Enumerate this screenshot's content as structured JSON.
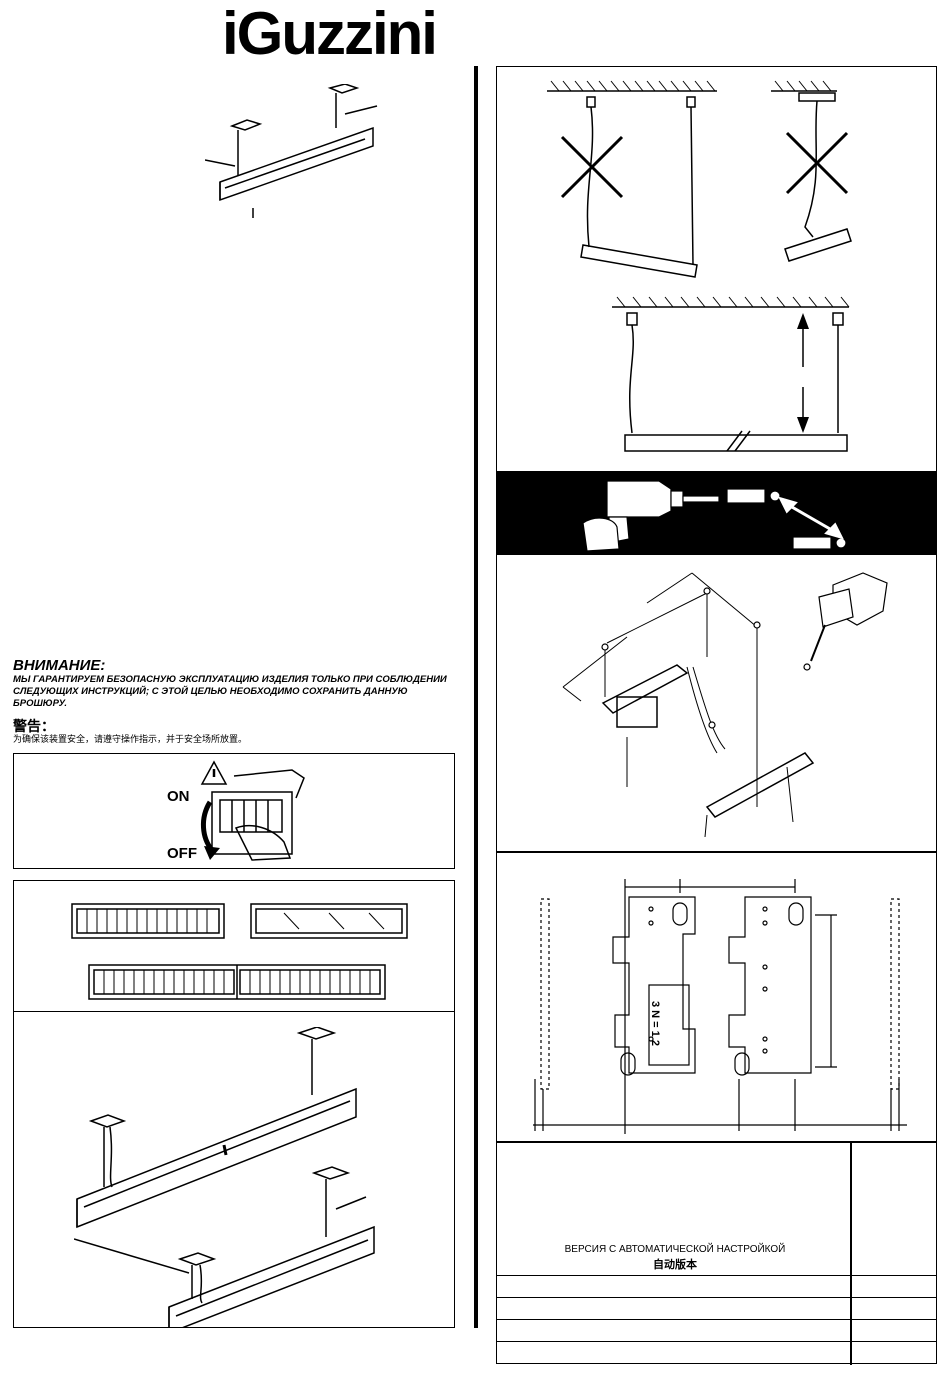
{
  "brand": {
    "logo_text": "iGuzzini"
  },
  "warning": {
    "title_ru": "ВНИМАНИЕ:",
    "text_ru": "МЫ ГАРАНТИРУЕМ БЕЗОПАСНУЮ ЭКСПЛУАТАЦИЮ ИЗДЕЛИЯ ТОЛЬКО ПРИ СОБЛЮДЕНИИ СЛЕДУЮЩИХ ИНСТРУКЦИЙ; С ЭТОЙ ЦЕЛЬЮ НЕОБХОДИМО СОХРАНИТЬ ДАННУЮ БРОШЮРУ.",
    "title_cn": "警告：",
    "text_cn": "为确保该装置安全，请遵守操作指示，并于安全场所放置。"
  },
  "switch_panel": {
    "on_label": "ON",
    "off_label": "OFF"
  },
  "terminal": {
    "digits": "3 N = 1 2"
  },
  "version_box": {
    "text_ru": "ВЕРСИЯ С АВТОМАТИЧЕСКОЙ НАСТРОЙКОЙ",
    "text_cn": "自动版本"
  },
  "colors": {
    "ink": "#000000",
    "paper": "#ffffff",
    "drill_band": "#000000"
  }
}
